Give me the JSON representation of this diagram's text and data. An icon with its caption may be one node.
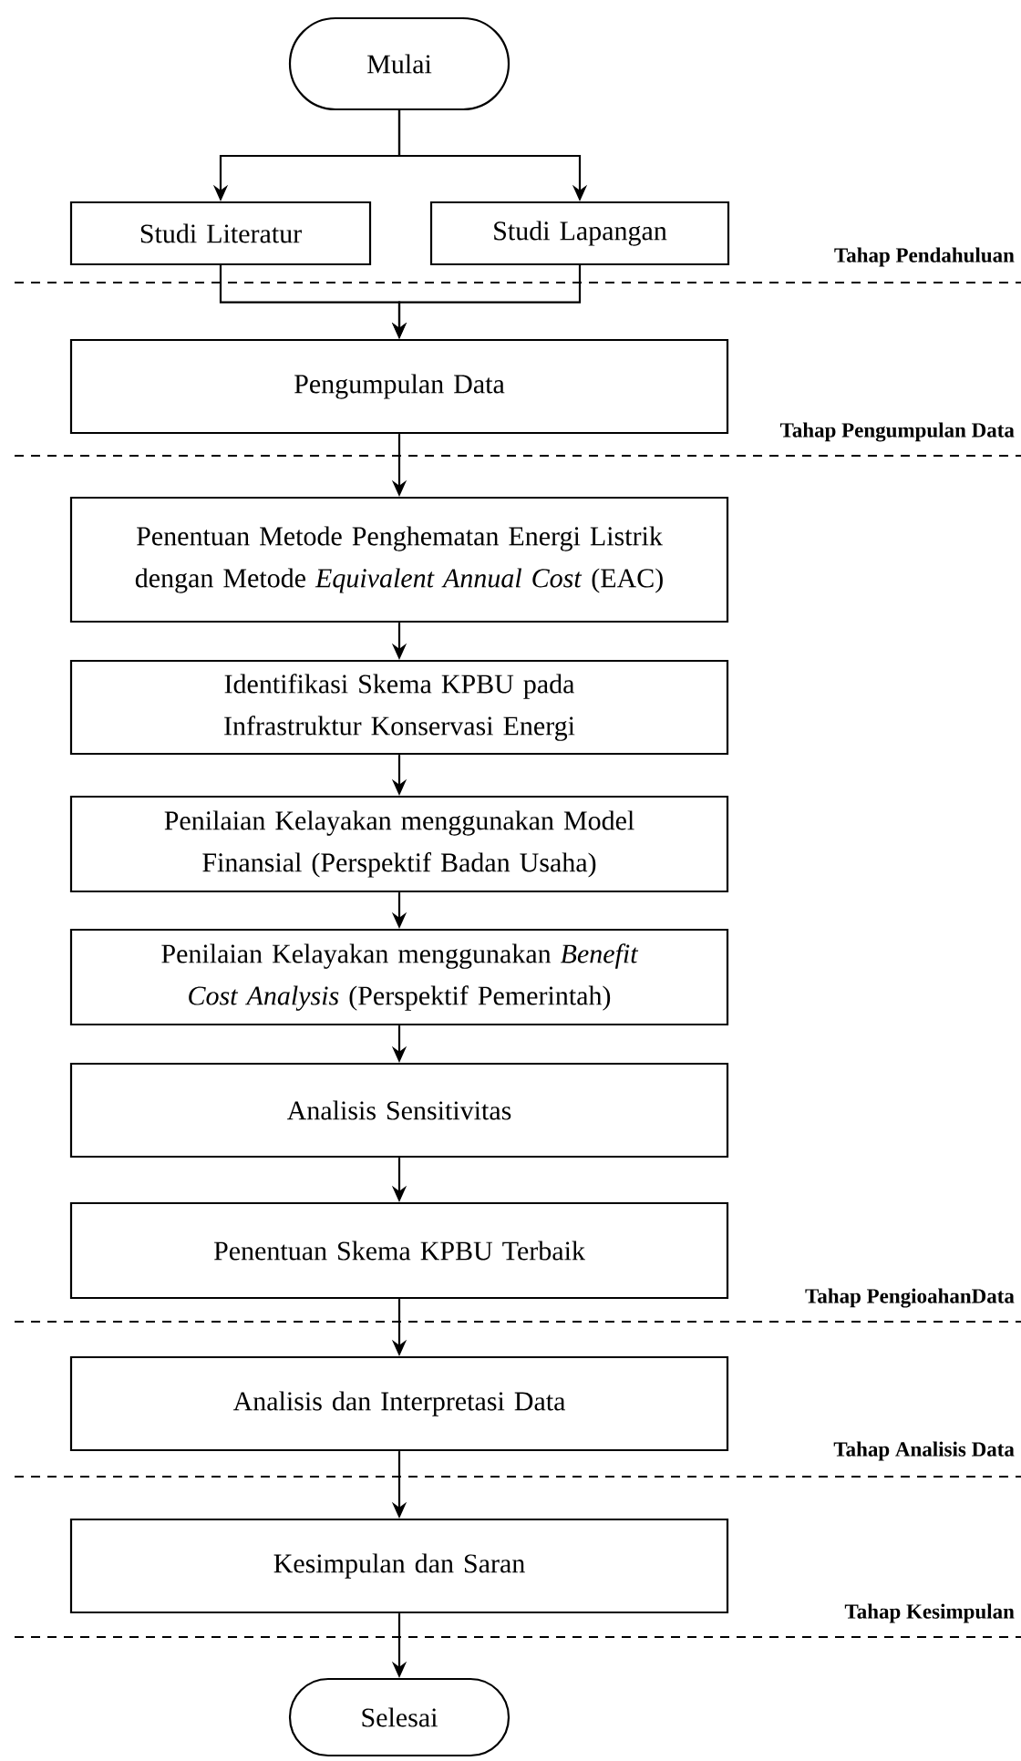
{
  "diagram": {
    "nodes": [
      {
        "text": [
          "Mulai"
        ]
      },
      {
        "text": [
          "Studi Literatur"
        ]
      },
      {
        "text": [
          "Studi Lapangan"
        ]
      },
      {
        "text": [
          "Pengumpulan Data"
        ]
      },
      {
        "text": [
          "Penentuan Metode Penghematan Energi Listrik dengan Metode *Equivalent Annual Cost* (EAC)"
        ]
      },
      {
        "text": [
          "Identifikasi Skema KPBU pada Infrastruktur Konservasi Energi"
        ]
      },
      {
        "text": [
          "Penilaian Kelayakan menggunakan Model Finansial (Perspektif Badan Usaha)"
        ]
      },
      {
        "text": [
          "Penilaian Kelayakan menggunakan *Benefit Cost Analysis* (Perspektif Pemerintah)"
        ]
      },
      {
        "text": [
          "Analisis Sensitivitas"
        ]
      },
      {
        "text": [
          "Penentuan Skema KPBU Terbaik"
        ]
      },
      {
        "text": [
          "Analisis dan Interpretasi Data"
        ]
      },
      {
        "text": [
          "Kesimpulan dan Saran"
        ]
      },
      {
        "text": [
          "Selesai"
        ]
      }
    ],
    "edges": [
      {
        "from": 0,
        "to": 1,
        "arrow": "to"
      },
      {
        "from": 0,
        "to": 2,
        "arrow": "to"
      },
      {
        "from": 1,
        "to": 3,
        "arrow": "to"
      },
      {
        "from": 2,
        "to": 3,
        "arrow": "to"
      },
      {
        "from": 3,
        "to": 4,
        "arrow": "to"
      },
      {
        "from": 4,
        "to": 5,
        "arrow": "to"
      },
      {
        "from": 5,
        "to": 6,
        "arrow": "to"
      },
      {
        "from": 6,
        "to": 7,
        "arrow": "to"
      },
      {
        "from": 7,
        "to": 8,
        "arrow": "to"
      },
      {
        "from": 8,
        "to": 9,
        "arrow": "to"
      },
      {
        "from": 9,
        "to": 10,
        "arrow": "to"
      },
      {
        "from": 10,
        "to": 11,
        "arrow": "to"
      },
      {
        "from": 11,
        "to": 12,
        "arrow": "to"
      }
    ],
    "labels": [
      "Tahap Pendahuluan",
      "Tahap Pengumpulan Data",
      "Tahap PengioahanData",
      "Tahap Analisis Data",
      "Tahap Kesimpulan"
    ]
  }
}
